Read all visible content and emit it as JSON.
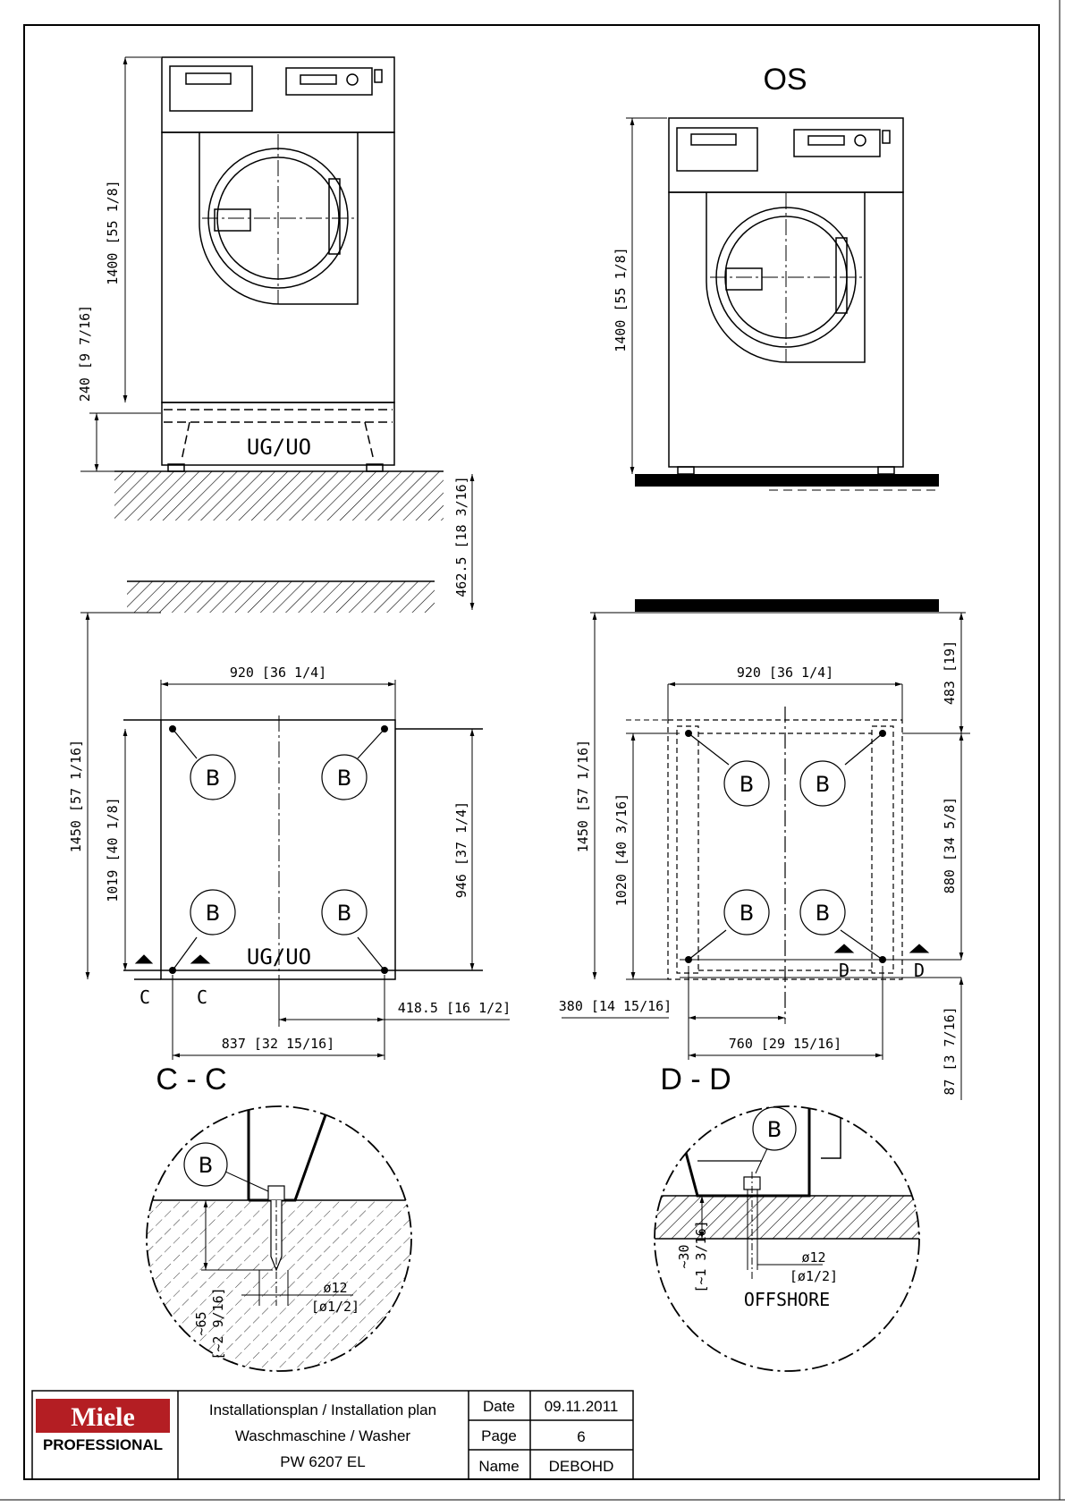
{
  "drawing": {
    "label_os": "OS",
    "label_ug_uo": "UG/UO",
    "section_cc": "C - C",
    "section_dd": "D - D",
    "anchor_label": "B",
    "marker_c": "C",
    "marker_d": "D",
    "offshore": "OFFSHORE",
    "dims": {
      "left_height": "1400 [55 1/8]",
      "left_base": "240 [9 7/16]",
      "right_height": "1400 [55 1/8]",
      "gap": "462.5 [18 3/16]",
      "left_width": "920 [36 1/4]",
      "right_width": "920 [36 1/4]",
      "left_total_depth": "1450 [57 1/16]",
      "left_depth": "1019 [40 1/8]",
      "left_946": "946 [37 1/4]",
      "left_418": "418.5 [16 1/2]",
      "left_837": "837 [32 15/16]",
      "right_total_depth": "1450 [57 1/16]",
      "right_depth": "1020 [40 3/16]",
      "right_483": "483 [19]",
      "right_880": "880 [34 5/8]",
      "right_87": "87 [3 7/16]",
      "right_380": "380 [14 15/16]",
      "right_760": "760 [29 15/16]",
      "cc_depth_a": "~65",
      "cc_depth_b": "[~2 9/16]",
      "cc_dia_a": "ø12",
      "cc_dia_b": "[ø1/2]",
      "dd_depth_a": "~30",
      "dd_depth_b": "[~1 3/16]",
      "dd_dia_a": "ø12",
      "dd_dia_b": "[ø1/2]"
    }
  },
  "title_block": {
    "brand": "Miele",
    "brand_sub": "PROFESSIONAL",
    "line1": "Installationsplan / Installation plan",
    "line2": "Waschmaschine / Washer",
    "line3": "PW 6207 EL",
    "date_label": "Date",
    "date_value": "09.11.2011",
    "page_label": "Page",
    "page_value": "6",
    "name_label": "Name",
    "name_value": "DEBOHD"
  },
  "colors": {
    "line": "#000000",
    "brand_red": "#b41e23",
    "hatch": "#000000"
  }
}
